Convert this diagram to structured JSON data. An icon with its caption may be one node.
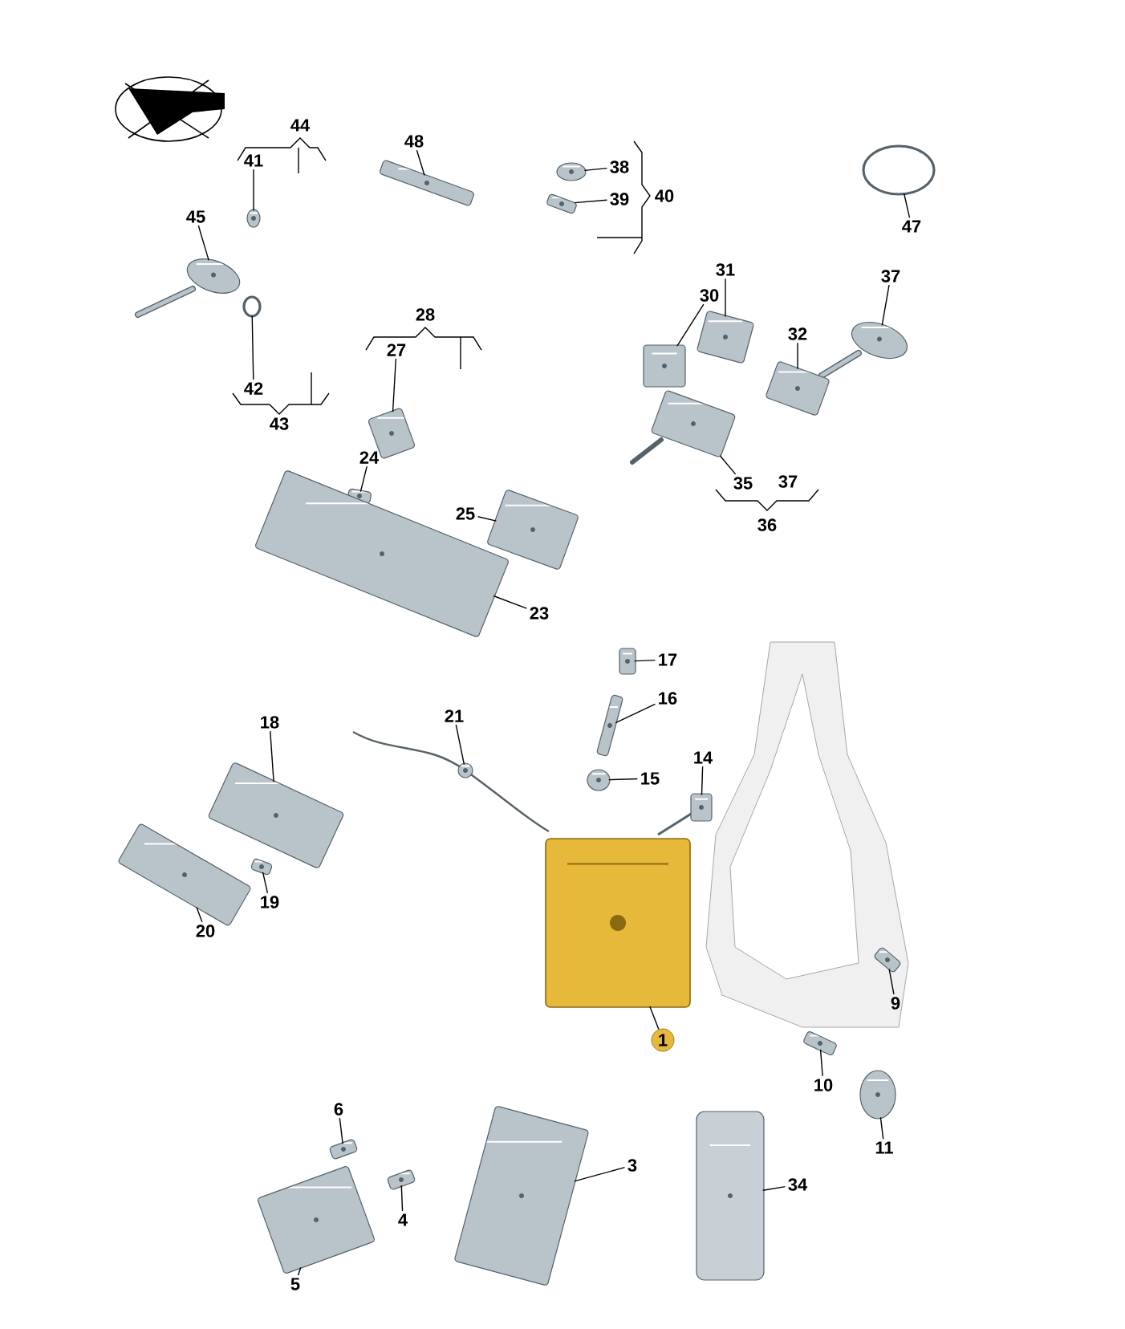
{
  "diagram": {
    "nodes": [
      {
        "text": [
          "48"
        ]
      },
      {
        "text": [],
        "shape": "picture"
      },
      {
        "text": [
          "38"
        ]
      },
      {
        "text": [],
        "shape": "picture"
      },
      {
        "text": [
          "39"
        ]
      },
      {
        "text": [],
        "shape": "picture"
      },
      {
        "text": [
          "41"
        ]
      },
      {
        "text": [],
        "shape": "picture"
      },
      {
        "text": [
          "45"
        ]
      },
      {
        "text": [],
        "shape": "picture"
      },
      {
        "text": [
          "47"
        ]
      },
      {
        "text": [],
        "shape": "circle"
      },
      {
        "text": [
          "31"
        ]
      },
      {
        "text": [],
        "shape": "picture"
      },
      {
        "text": [
          "30"
        ]
      },
      {
        "text": [],
        "shape": "picture"
      },
      {
        "text": [
          "37"
        ]
      },
      {
        "text": [],
        "shape": "picture"
      },
      {
        "text": [
          "32"
        ]
      },
      {
        "text": [],
        "shape": "picture"
      },
      {
        "text": [
          "27"
        ]
      },
      {
        "text": [],
        "shape": "picture"
      },
      {
        "text": [
          "42"
        ]
      },
      {
        "text": [],
        "shape": "circle"
      },
      {
        "text": [
          "24"
        ]
      },
      {
        "text": [],
        "shape": "picture"
      },
      {
        "text": [
          "35"
        ]
      },
      {
        "text": [],
        "shape": "picture"
      },
      {
        "text": [
          "25"
        ]
      },
      {
        "text": [],
        "shape": "picture"
      },
      {
        "text": [
          "23"
        ]
      },
      {
        "text": [],
        "shape": "picture"
      },
      {
        "text": [
          "17"
        ]
      },
      {
        "text": [],
        "shape": "picture"
      },
      {
        "text": [
          "16"
        ]
      },
      {
        "text": [],
        "shape": "picture"
      },
      {
        "text": [
          "21"
        ]
      },
      {
        "text": [],
        "shape": "picture"
      },
      {
        "text": [
          "18"
        ]
      },
      {
        "text": [],
        "shape": "picture"
      },
      {
        "text": [
          "14"
        ]
      },
      {
        "text": [],
        "shape": "picture"
      },
      {
        "text": [
          "15"
        ]
      },
      {
        "text": [],
        "shape": "picture"
      },
      {
        "text": [
          "19"
        ]
      },
      {
        "text": [],
        "shape": "picture"
      },
      {
        "text": [
          "20"
        ]
      },
      {
        "text": [],
        "shape": "picture"
      },
      {
        "text": [
          "9"
        ]
      },
      {
        "text": [],
        "shape": "picture"
      },
      {
        "text": [
          "1"
        ]
      },
      {
        "text": [],
        "shape": "picture"
      },
      {
        "text": [
          "10"
        ]
      },
      {
        "text": [],
        "shape": "picture"
      },
      {
        "text": [
          "6"
        ]
      },
      {
        "text": [],
        "shape": "picture"
      },
      {
        "text": [
          "11"
        ]
      },
      {
        "text": [],
        "shape": "picture"
      },
      {
        "text": [
          "3"
        ]
      },
      {
        "text": [],
        "shape": "picture"
      },
      {
        "text": [
          "34"
        ]
      },
      {
        "text": [],
        "shape": "cylinder"
      },
      {
        "text": [
          "4"
        ]
      },
      {
        "text": [],
        "shape": "picture"
      },
      {
        "text": [
          "5"
        ]
      },
      {
        "text": [],
        "shape": "picture"
      }
    ],
    "edges": [
      {
        "from": 0,
        "to": 1,
        "arrow": "none"
      },
      {
        "from": 2,
        "to": 3,
        "arrow": "none"
      },
      {
        "from": 4,
        "to": 5,
        "arrow": "none"
      },
      {
        "from": 6,
        "to": 7,
        "arrow": "none"
      },
      {
        "from": 8,
        "to": 9,
        "arrow": "none"
      },
      {
        "from": 10,
        "to": 11,
        "arrow": "none"
      },
      {
        "from": 12,
        "to": 13,
        "arrow": "none"
      },
      {
        "from": 14,
        "to": 15,
        "arrow": "none"
      },
      {
        "from": 16,
        "to": 17,
        "arrow": "none"
      },
      {
        "from": 18,
        "to": 19,
        "arrow": "none"
      },
      {
        "from": 20,
        "to": 21,
        "arrow": "none"
      },
      {
        "from": 22,
        "to": 23,
        "arrow": "none"
      },
      {
        "from": 24,
        "to": 25,
        "arrow": "none"
      },
      {
        "from": 26,
        "to": 27,
        "arrow": "none"
      },
      {
        "from": 28,
        "to": 29,
        "arrow": "none"
      },
      {
        "from": 30,
        "to": 31,
        "arrow": "none"
      },
      {
        "from": 32,
        "to": 33,
        "arrow": "none"
      },
      {
        "from": 34,
        "to": 35,
        "arrow": "none"
      },
      {
        "from": 36,
        "to": 37,
        "arrow": "none"
      },
      {
        "from": 38,
        "to": 39,
        "arrow": "none"
      },
      {
        "from": 40,
        "to": 41,
        "arrow": "none"
      },
      {
        "from": 42,
        "to": 43,
        "arrow": "none"
      },
      {
        "from": 44,
        "to": 45,
        "arrow": "none"
      },
      {
        "from": 46,
        "to": 47,
        "arrow": "none"
      },
      {
        "from": 48,
        "to": 49,
        "arrow": "none"
      },
      {
        "from": 50,
        "to": 51,
        "arrow": "none"
      },
      {
        "from": 52,
        "to": 53,
        "arrow": "none"
      },
      {
        "from": 54,
        "to": 55,
        "arrow": "none"
      },
      {
        "from": 56,
        "to": 57,
        "arrow": "none"
      },
      {
        "from": 58,
        "to": 59,
        "arrow": "none"
      },
      {
        "from": 60,
        "to": 61,
        "arrow": "none"
      },
      {
        "from": 62,
        "to": 63,
        "arrow": "none"
      },
      {
        "from": 64,
        "to": 65,
        "arrow": "none"
      }
    ],
    "labels": [
      "44",
      "40",
      "28",
      "43",
      "37",
      "36"
    ]
  }
}
